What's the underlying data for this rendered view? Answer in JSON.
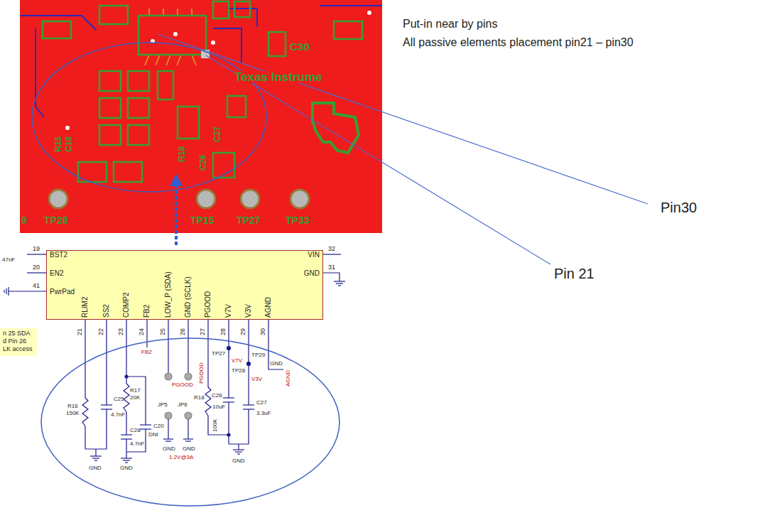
{
  "diagram": {
    "nodes": [
      {
        "text": [
          "BST2",
          "EN2",
          "PwrPad",
          "VIN",
          "GND",
          "RLIM2",
          "SS2",
          "COMP2",
          "FB2",
          "LOW_P (SDA)",
          "GND (SCLK)",
          "PGOOD",
          "V7V",
          "V3V",
          "AGND"
        ]
      },
      {
        "text": [
          "n 25 SDA",
          "d Pin 26",
          "LK access"
        ]
      }
    ],
    "labels": [
      "C30",
      "Texas Instrume",
      "9",
      "TP28",
      "TP15",
      "TP27",
      "TP33",
      "R15",
      "C18",
      "R18",
      "C26",
      "C27",
      "Put-in near by pins",
      "All passive elements placement pin21 – pin30",
      "Pin30",
      "Pin 21",
      "19",
      "20",
      "41",
      "47nF",
      "32",
      "31",
      "21",
      "22",
      "23",
      "24",
      "25",
      "26",
      "27",
      "28",
      "29",
      "30",
      "R16",
      "150K",
      "C25",
      "4.7nF",
      "R17",
      "20K",
      "C28",
      "4.7nF",
      "DNI",
      "FB2",
      "PGOOD",
      "JP5",
      "JP6",
      "C20",
      "GND",
      "GND",
      "1.2V@3A",
      "PGOOD",
      "R18",
      "100K",
      "TP27",
      "V7V",
      "TP28",
      "V3V",
      "TP29",
      "GND",
      "AGND",
      "C26",
      "10uF",
      "C27",
      "3.3uF",
      "GND",
      "GND",
      "GND"
    ]
  }
}
